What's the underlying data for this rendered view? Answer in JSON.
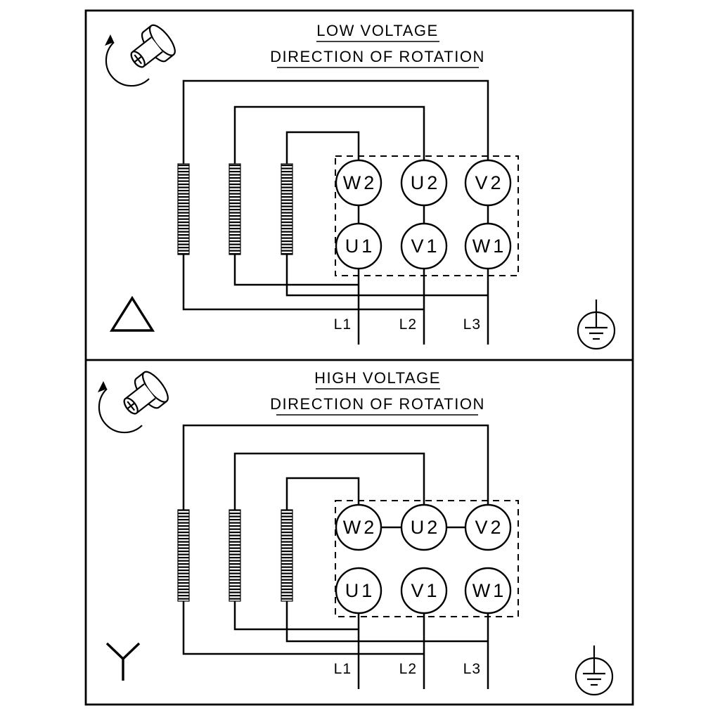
{
  "colors": {
    "ink": "#000000",
    "paper": "#ffffff"
  },
  "icons": {
    "rotation": "rotation-direction-icon",
    "ground": "earth-ground-icon",
    "low_voltage_connection": "delta-symbol",
    "high_voltage_connection": "star-symbol"
  },
  "panels": [
    {
      "id": "low-voltage",
      "title": "LOW VOLTAGE",
      "subtitle": "DIRECTION OF ROTATION",
      "connection": "delta",
      "terminals_top": [
        "W2",
        "U2",
        "V2"
      ],
      "terminals_bottom": [
        "U1",
        "V1",
        "W1"
      ],
      "line_labels": [
        "L1",
        "L2",
        "L3"
      ]
    },
    {
      "id": "high-voltage",
      "title": "HIGH VOLTAGE",
      "subtitle": "DIRECTION OF ROTATION",
      "connection": "star",
      "terminals_top": [
        "W2",
        "U2",
        "V2"
      ],
      "terminals_bottom": [
        "U1",
        "V1",
        "W1"
      ],
      "line_labels": [
        "L1",
        "L2",
        "L3"
      ]
    }
  ]
}
